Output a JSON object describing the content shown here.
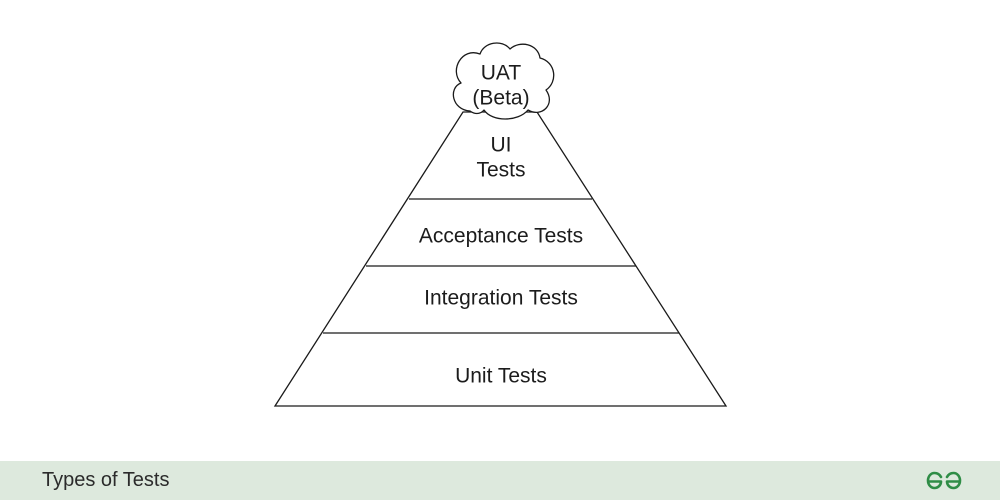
{
  "diagram": {
    "top": {
      "line1": "UAT",
      "line2": "(Beta)"
    },
    "layers": [
      {
        "lines": [
          "UI",
          "Tests"
        ]
      },
      {
        "lines": [
          "Acceptance Tests"
        ]
      },
      {
        "lines": [
          "Integration Tests"
        ]
      },
      {
        "lines": [
          "Unit Tests"
        ]
      }
    ]
  },
  "footer": {
    "title": "Types of Tests",
    "logo_icon": "gfg-logo-icon"
  },
  "colors": {
    "line": "#1a1a1a",
    "footer_bg": "#dde9dd",
    "logo": "#2f8d46"
  }
}
